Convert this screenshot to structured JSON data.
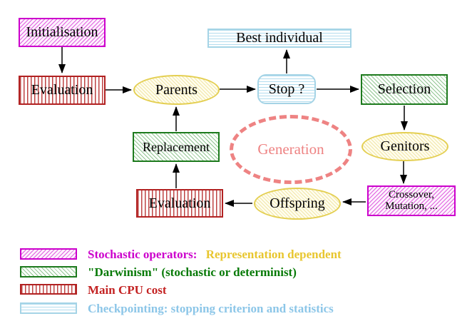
{
  "diagram": {
    "title_hint": "evolutionary algorithm generation loop",
    "nodes": {
      "initialisation": {
        "label": "Initialisation",
        "style": "stochastic-operator"
      },
      "evaluation_top": {
        "label": "Evaluation",
        "style": "main-cpu-cost"
      },
      "parents": {
        "label": "Parents",
        "style": "population"
      },
      "best_individual": {
        "label": "Best individual",
        "style": "checkpointing"
      },
      "stop": {
        "label": "Stop ?",
        "style": "checkpointing"
      },
      "selection": {
        "label": "Selection",
        "style": "darwinism"
      },
      "genitors": {
        "label": "Genitors",
        "style": "population"
      },
      "crossover_mutation": {
        "label_line1": "Crossover,",
        "label_line2": "Mutation, ...",
        "style": "stochastic-operator"
      },
      "offspring": {
        "label": "Offspring",
        "style": "population"
      },
      "evaluation_bottom": {
        "label": "Evaluation",
        "style": "main-cpu-cost"
      },
      "replacement": {
        "label": "Replacement",
        "style": "darwinism"
      },
      "generation": {
        "label": "Generation"
      }
    },
    "arrows": [
      "initialisation->evaluation_top",
      "evaluation_top->parents",
      "parents->stop",
      "stop->best_individual",
      "stop->selection",
      "selection->genitors",
      "genitors->crossover_mutation",
      "crossover_mutation->offspring",
      "offspring->evaluation_bottom",
      "evaluation_bottom->replacement",
      "replacement->parents"
    ],
    "legend": [
      {
        "swatch": "magenta-hatch",
        "text": "Stochastic operators:",
        "text2": "Representation dependent"
      },
      {
        "swatch": "green-hatch",
        "text": "\"Darwinism\" (stochastic or determinist)"
      },
      {
        "swatch": "red-stripes",
        "text": "Main CPU cost"
      },
      {
        "swatch": "cyan-stripes",
        "text": "Checkpointing: stopping criterion and statistics"
      }
    ],
    "colors": {
      "magenta": "#cc00cc",
      "gold": "#e8c62e",
      "dark_green": "#067906",
      "red": "#c32222",
      "light_blue": "#8cc6e8",
      "salmon": "#ee8383",
      "yellow_border": "#e4cf52",
      "black": "#000000"
    }
  }
}
